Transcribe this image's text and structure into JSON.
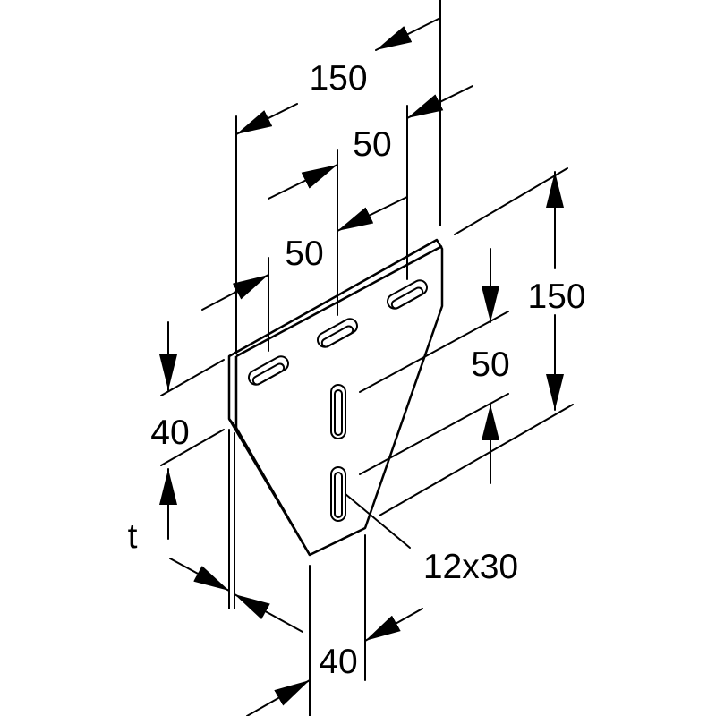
{
  "labels": {
    "width_total": "150",
    "spacing_top": "50",
    "spacing_left": "50",
    "height_total": "150",
    "spacing_vertical": "50",
    "edge_left": "40",
    "thickness": "t",
    "slot_size": "12x30",
    "edge_bottom": "40"
  },
  "colors": {
    "stroke": "#000000",
    "background": "#ffffff"
  }
}
